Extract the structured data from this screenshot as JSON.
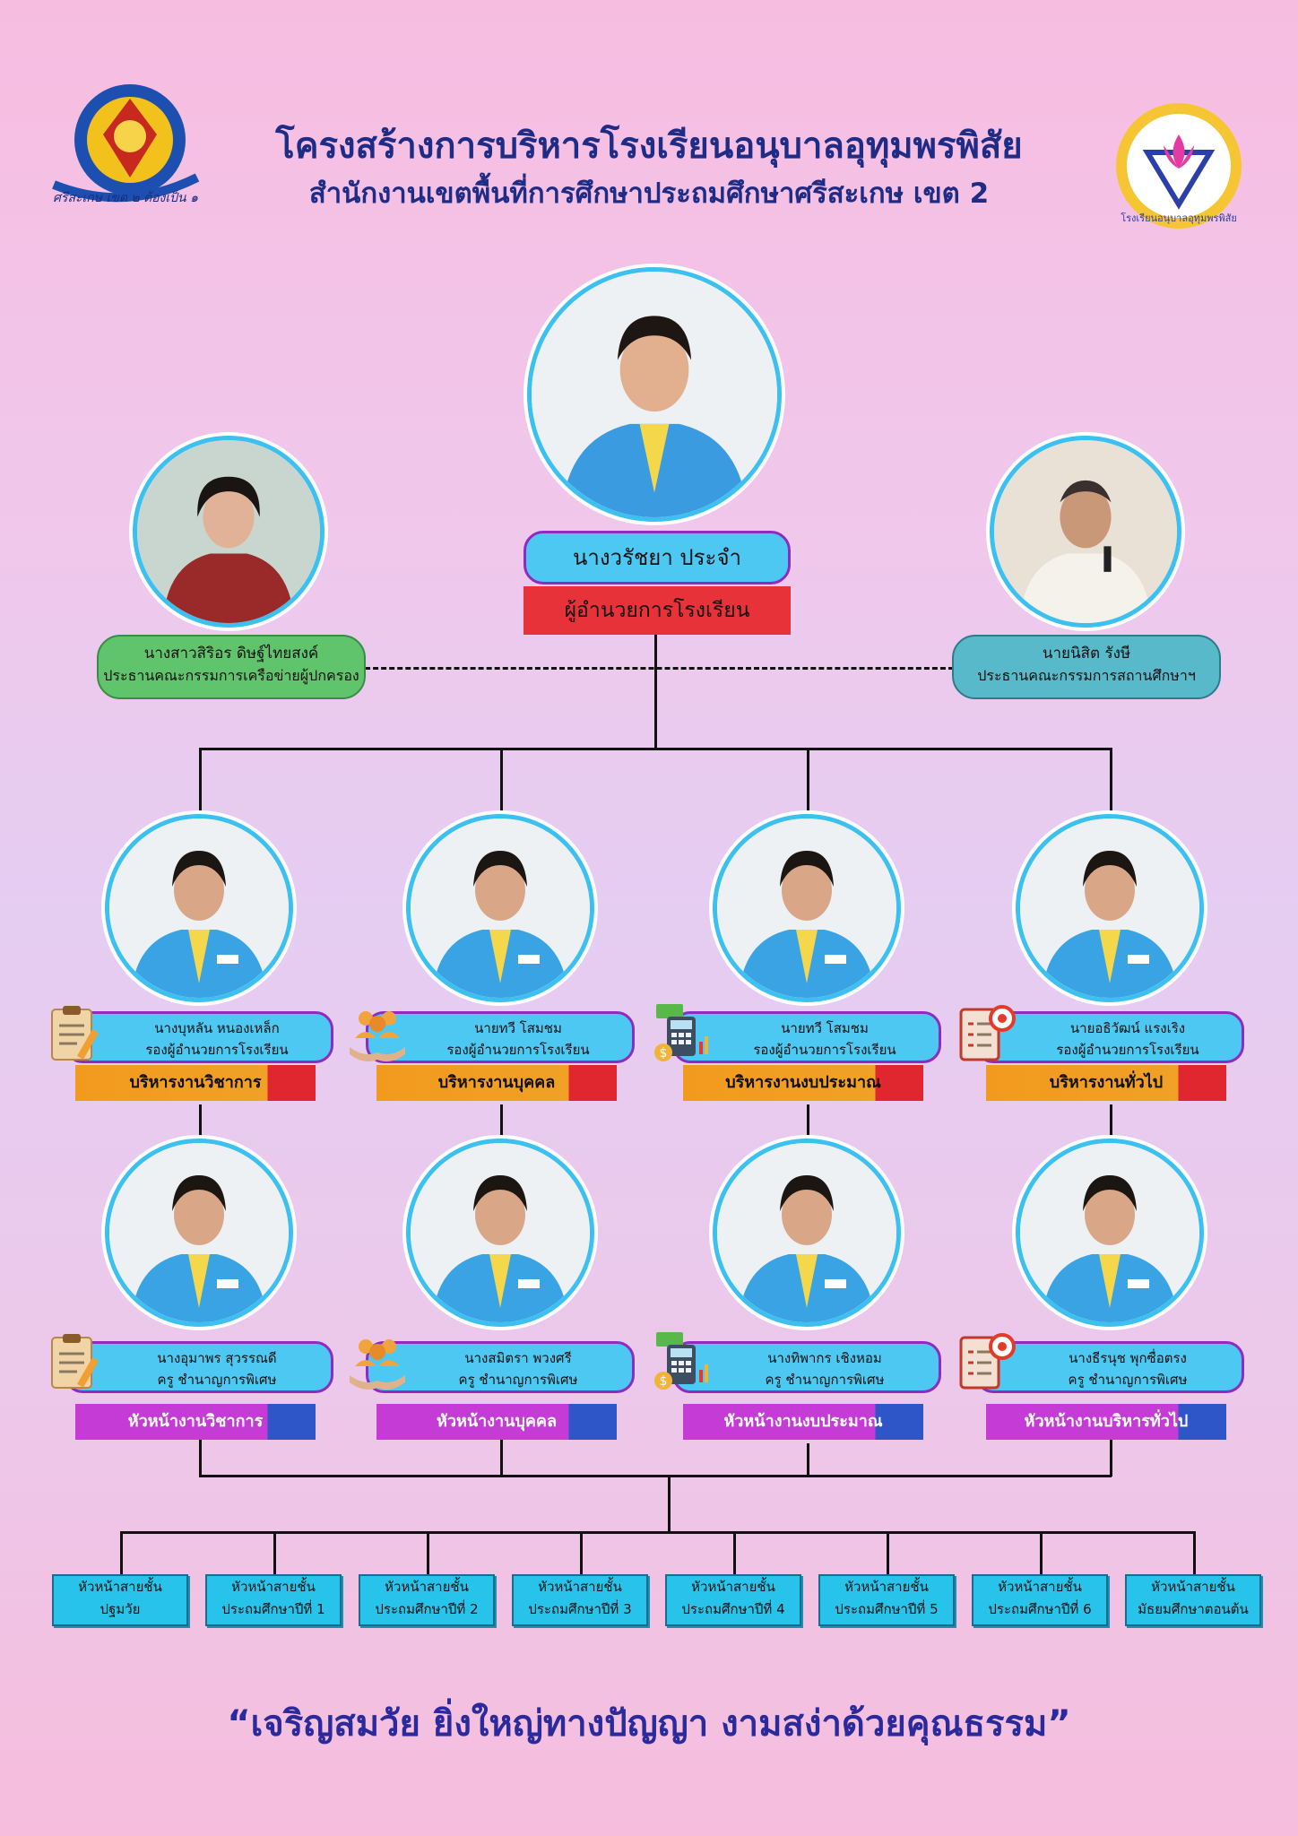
{
  "header": {
    "title": "โครงสร้างการบริหารโรงเรียนอนุบาลอุทุมพรพิสัย",
    "subtitle": "สำนักงานเขตพื้นที่การศึกษาประถมศึกษาศรีสะเกษ เขต 2",
    "left_logo_text": "ศรีสะเกษ เขต ๒ ต้องเป็น ๑",
    "right_logo_text": "โรงเรียนอนุบาลอุทุมพรพิสัย"
  },
  "director": {
    "name": "นางวรัชยา ประจำ",
    "role": "ผู้อำนวยการโรงเรียน"
  },
  "parent_network": {
    "name": "นางสาวสิริอร ดิษฐ์ไทยสงค์",
    "role": "ประธานคณะกรรมการเครือข่ายผู้ปกครอง"
  },
  "school_board": {
    "name": "นายนิสิต รังษี",
    "role": "ประธานคณะกรรมการสถานศึกษาฯ"
  },
  "deputies": [
    {
      "name": "นางบุหลัน หนองเหล็ก",
      "role": "รองผู้อำนวยการโรงเรียน",
      "dept": "บริหารงานวิชาการ",
      "icon": "clipboard-icon"
    },
    {
      "name": "นายทวี โสมชม",
      "role": "รองผู้อำนวยการโรงเรียน",
      "dept": "บริหารงานบุคคล",
      "icon": "people-hands-icon"
    },
    {
      "name": "นายทวี โสมชม",
      "role": "รองผู้อำนวยการโรงเรียน",
      "dept": "บริหารงานงบประมาณ",
      "icon": "calculator-money-icon"
    },
    {
      "name": "นายอธิวัฒน์ แรงเริง",
      "role": "รองผู้อำนวยการโรงเรียน",
      "dept": "บริหารงานทั่วไป",
      "icon": "checklist-target-icon"
    }
  ],
  "heads": [
    {
      "name": "นางอุมาพร สุวรรณดี",
      "role": "ครู ชำนาญการพิเศษ",
      "dept": "หัวหน้างานวิชาการ",
      "icon": "clipboard-icon"
    },
    {
      "name": "นางสมิตรา พวงศรี",
      "role": "ครู ชำนาญการพิเศษ",
      "dept": "หัวหน้างานบุคคล",
      "icon": "people-hands-icon"
    },
    {
      "name": "นางทิพากร เชิงหอม",
      "role": "ครู ชำนาญการพิเศษ",
      "dept": "หัวหน้างานงบประมาณ",
      "icon": "calculator-money-icon"
    },
    {
      "name": "นางธีรนุช พุกซื่อตรง",
      "role": "ครู ชำนาญการพิเศษ",
      "dept": "หัวหน้างานบริหารทั่วไป",
      "icon": "checklist-target-icon"
    }
  ],
  "grades": [
    {
      "l1": "หัวหน้าสายชั้น",
      "l2": "ปฐมวัย"
    },
    {
      "l1": "หัวหน้าสายชั้น",
      "l2": "ประถมศึกษาปีที่ 1"
    },
    {
      "l1": "หัวหน้าสายชั้น",
      "l2": "ประถมศึกษาปีที่ 2"
    },
    {
      "l1": "หัวหน้าสายชั้น",
      "l2": "ประถมศึกษาปีที่ 3"
    },
    {
      "l1": "หัวหน้าสายชั้น",
      "l2": "ประถมศึกษาปีที่ 4"
    },
    {
      "l1": "หัวหน้าสายชั้น",
      "l2": "ประถมศึกษาปีที่ 5"
    },
    {
      "l1": "หัวหน้าสายชั้น",
      "l2": "ประถมศึกษาปีที่ 6"
    },
    {
      "l1": "หัวหน้าสายชั้น",
      "l2": "มัธยมศึกษาตอนต้น"
    }
  ],
  "motto": "“เจริญสมวัย ยิ่งใหญ่ทางปัญญา งามสง่าด้วยคุณธรรม”",
  "colors": {
    "title": "#1f2c86",
    "director_role_bar": "#e8323a",
    "name_pill": "#4cc8f2",
    "name_border": "#8f2bbf",
    "dept_bar": "#f29a1e",
    "head_bar": "#c43bd6",
    "grade_box": "#27c3ea",
    "parent_pill": "#5fc46b",
    "board_pill": "#57b9c9"
  }
}
